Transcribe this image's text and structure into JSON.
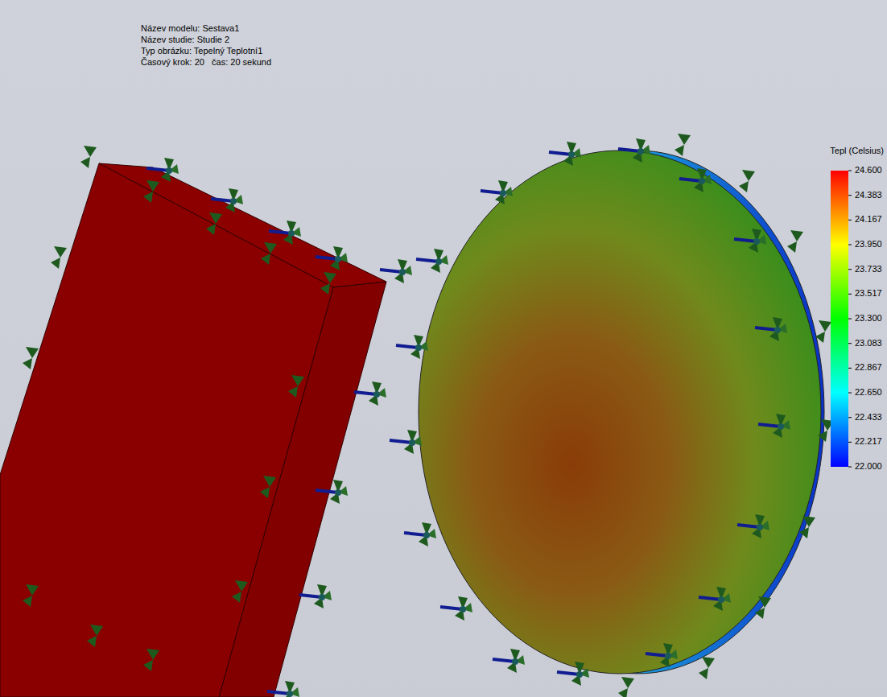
{
  "diagram": {
    "labels": [
      "Název modelu: Sestava1",
      "Název studie: Studie 2",
      "Typ obrázku: Tepelný Teplotní1",
      "Časový krok: 20   čas: 20 sekund",
      "Tepl (Celsius)"
    ],
    "legend": [
      {
        "text": "24.600",
        "color": "#ff0000"
      },
      {
        "text": "24.383",
        "color": "#ff5500"
      },
      {
        "text": "24.167",
        "color": "#ffaa00"
      },
      {
        "text": "23.950",
        "color": "#ffff00"
      },
      {
        "text": "23.733",
        "color": "#aaff00"
      },
      {
        "text": "23.517",
        "color": "#55ff00"
      },
      {
        "text": "23.300",
        "color": "#00ff00"
      },
      {
        "text": "23.083",
        "color": "#00ff55"
      },
      {
        "text": "22.867",
        "color": "#00ffaa"
      },
      {
        "text": "22.650",
        "color": "#00ffff"
      },
      {
        "text": "22.433",
        "color": "#00aaff"
      },
      {
        "text": "22.217",
        "color": "#0055ff"
      },
      {
        "text": "22.000",
        "color": "#0000ff"
      }
    ]
  }
}
